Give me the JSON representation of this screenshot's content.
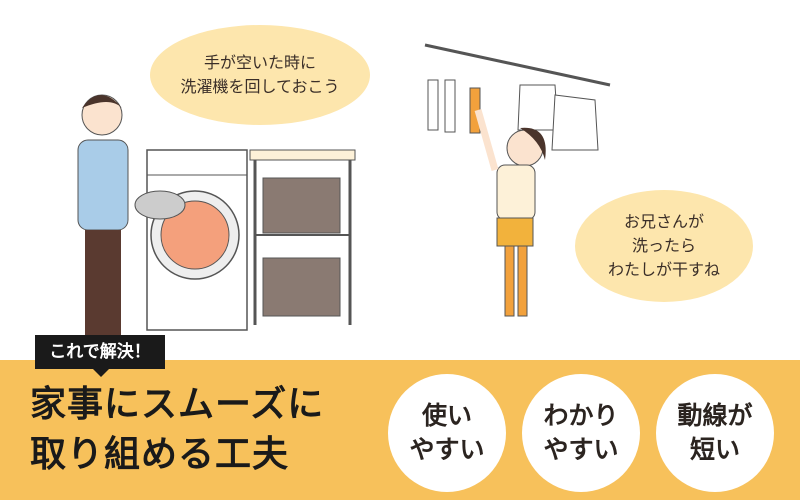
{
  "bubbles": {
    "man": [
      "手が空いた時に",
      "洗濯機を回しておこう"
    ],
    "girl": [
      "お兄さんが",
      "洗ったら",
      "わたしが干すね"
    ]
  },
  "tag": "これで解決！",
  "headline": [
    "家事にスムーズに",
    "取り組める工夫"
  ],
  "points": [
    [
      "使い",
      "やすい"
    ],
    [
      "わかり",
      "やすい"
    ],
    [
      "動線が",
      "短い"
    ]
  ],
  "colors": {
    "band": "#f7c15b",
    "bubble": "#fde6ad",
    "tag": "#1a1a1a"
  }
}
